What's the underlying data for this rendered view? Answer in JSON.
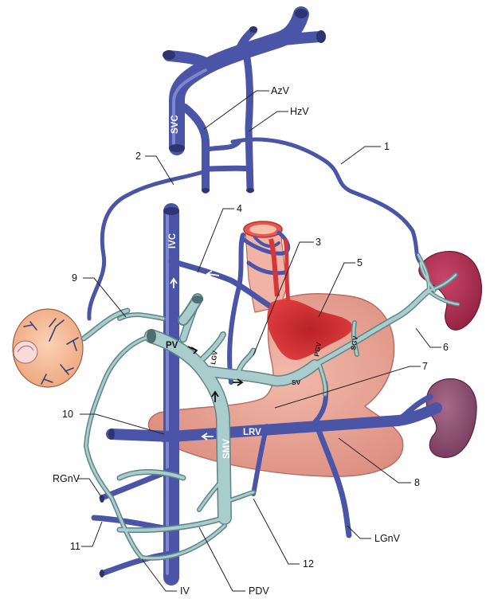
{
  "labels": {
    "svc": "SVC",
    "ivc": "IVC",
    "azv": "AzV",
    "hzv": "HzV",
    "pv": "PV",
    "lgv": "LGV",
    "sv": "SV",
    "smv": "SMV",
    "lrv": "LRV",
    "pgv": "PGV",
    "sgv": "SGV",
    "rgnv": "RGnV",
    "lgnv": "LGnV",
    "iv": "IV",
    "pdv": "PDV"
  },
  "numbers": {
    "n1": "1",
    "n2": "2",
    "n3": "3",
    "n4": "4",
    "n5": "5",
    "n6": "6",
    "n7": "7",
    "n8": "8",
    "n9": "9",
    "n10": "10",
    "n11": "11",
    "n12": "12"
  },
  "colors": {
    "systemic_vein": "#4a55a8",
    "portal_vein": "#a9cccd",
    "stomach": "#e8a192",
    "varices": "#c8262b",
    "spleen": "#a8264a",
    "kidney": "#8e4a6e",
    "umbilicus": "#f3b896"
  }
}
